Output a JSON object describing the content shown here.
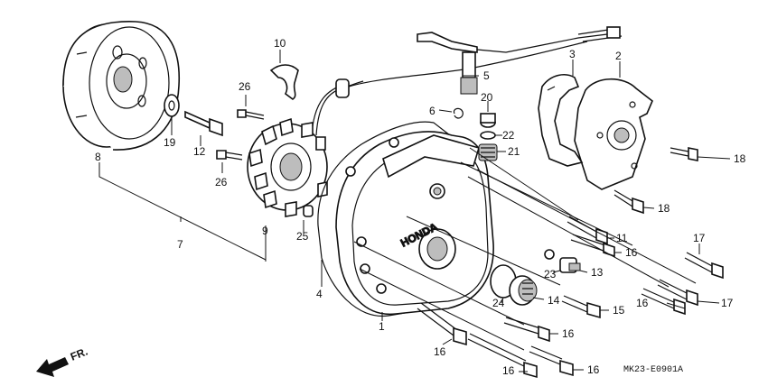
{
  "diagram": {
    "callouts": [
      {
        "id": "1",
        "text": "1"
      },
      {
        "id": "2",
        "text": "2"
      },
      {
        "id": "3",
        "text": "3"
      },
      {
        "id": "4",
        "text": "4"
      },
      {
        "id": "5",
        "text": "5"
      },
      {
        "id": "6",
        "text": "6"
      },
      {
        "id": "7",
        "text": "7"
      },
      {
        "id": "8",
        "text": "8"
      },
      {
        "id": "9",
        "text": "9"
      },
      {
        "id": "10",
        "text": "10"
      },
      {
        "id": "11",
        "text": "11"
      },
      {
        "id": "12",
        "text": "12"
      },
      {
        "id": "13",
        "text": "13"
      },
      {
        "id": "14",
        "text": "14"
      },
      {
        "id": "15",
        "text": "15"
      },
      {
        "id": "16",
        "text": "16"
      },
      {
        "id": "17",
        "text": "17"
      },
      {
        "id": "18",
        "text": "18"
      },
      {
        "id": "19",
        "text": "19"
      },
      {
        "id": "20",
        "text": "20"
      },
      {
        "id": "21",
        "text": "21"
      },
      {
        "id": "22",
        "text": "22"
      },
      {
        "id": "23",
        "text": "23"
      },
      {
        "id": "24",
        "text": "24"
      },
      {
        "id": "25",
        "text": "25"
      },
      {
        "id": "26",
        "text": "26"
      }
    ],
    "cover_brand": "HONDA",
    "front_marker": "FR.",
    "diagram_code": "MK23-E0901A"
  }
}
